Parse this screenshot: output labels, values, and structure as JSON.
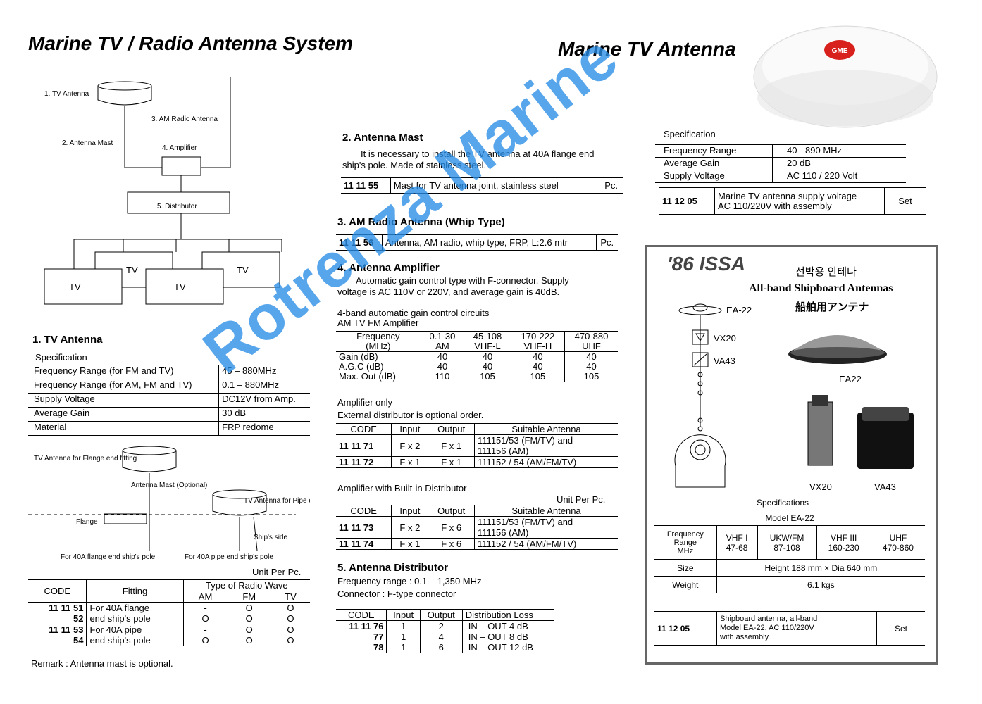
{
  "titles": {
    "main": "Marine TV / Radio Antenna System",
    "right": "Marine TV Antenna"
  },
  "diagram": {
    "tv_antenna": "1. TV Antenna",
    "am_radio": "3. AM Radio Antenna",
    "mast": "2. Antenna Mast",
    "amplifier": "4. Amplifier",
    "distributor": "5. Distributor",
    "tv": "TV"
  },
  "sec1": {
    "heading": "1. TV Antenna",
    "spec_label": "Specification",
    "rows": [
      {
        "k": "Frequency Range (for FM and TV)",
        "v": "45 – 880MHz"
      },
      {
        "k": "Frequency Range (for AM, FM and TV)",
        "v": "0.1 – 880MHz"
      },
      {
        "k": "Supply Voltage",
        "v": "DC12V from Amp."
      },
      {
        "k": "Average Gain",
        "v": "30 dB"
      },
      {
        "k": "Material",
        "v": "FRP redome"
      }
    ],
    "fig": {
      "flange_label": "TV Antenna for Flange end fitting",
      "mast_label": "Antenna Mast (Optional)",
      "pipe_label": "TV Antenna for Pipe end fitting",
      "flange": "Flange",
      "ship_side": "Ship's side",
      "cap1": "For 40A flange end ship's pole",
      "cap2": "For 40A pipe end ship's pole"
    },
    "unit": "Unit Per Pc.",
    "table": {
      "h_code": "CODE",
      "h_fitting": "Fitting",
      "h_type": "Type of Radio Wave",
      "h_am": "AM",
      "h_fm": "FM",
      "h_tv": "TV",
      "rows": [
        {
          "code": "11 11 51",
          "code2": "52",
          "f1": "For 40A flange",
          "f2": "end ship's pole",
          "am": "-",
          "am2": "O",
          "fm": "O",
          "fm2": "O",
          "tv": "O",
          "tv2": "O"
        },
        {
          "code": "11 11 53",
          "code2": "54",
          "f1": "For 40A pipe",
          "f2": "end ship's pole",
          "am": "-",
          "am2": "O",
          "fm": "O",
          "fm2": "O",
          "tv": "O",
          "tv2": "O"
        }
      ]
    },
    "remark": "Remark : Antenna mast is optional."
  },
  "sec2": {
    "heading": "2. Antenna Mast",
    "body1": "It is necessary to install the TV antenna at 40A flange end",
    "body2": "ship's pole.   Made of stainless steel.",
    "code": "11 11 55",
    "desc": "Mast for TV antenna joint, stainless steel",
    "unit": "Pc."
  },
  "sec3": {
    "heading": "3. AM Radio Antenna (Whip Type)",
    "code": "11 11 56",
    "desc": "Antenna, AM radio, whip type, FRP, L:2.6 mtr",
    "unit": "Pc."
  },
  "sec4": {
    "heading": "4. Antenna Amplifier",
    "body1": "Automatic gain control type with F-connector.   Supply",
    "body2": "voltage is AC 110V or 220V, and average gain is 40dB.",
    "sub1": "4-band automatic gain control circuits",
    "sub2": "AM TV FM Amplifier",
    "freq_table": {
      "h1": "Frequency",
      "h1b": "(MHz)",
      "cols": [
        {
          "a": "0.1-30",
          "b": "AM",
          "gain": "40",
          "agc": "40",
          "max": "110"
        },
        {
          "a": "45-108",
          "b": "VHF-L",
          "gain": "40",
          "agc": "40",
          "max": "105"
        },
        {
          "a": "170-222",
          "b": "VHF-H",
          "gain": "40",
          "agc": "40",
          "max": "105"
        },
        {
          "a": "470-880",
          "b": "UHF",
          "gain": "40",
          "agc": "40",
          "max": "105"
        }
      ],
      "r1": "Gain (dB)",
      "r2": "A.G.C (dB)",
      "r3": "Max. Out (dB)"
    },
    "amp_only": "Amplifier only",
    "ext_dist": "External distributor is optional order.",
    "t1": {
      "h": [
        "CODE",
        "Input",
        "Output",
        "Suitable Antenna"
      ],
      "rows": [
        {
          "code": "11 11 71",
          "in": "F x 2",
          "out": "F x 1",
          "ant": "111151/53 (FM/TV) and",
          "ant2": "111156 (AM)"
        },
        {
          "code": "11 11 72",
          "in": "F x 1",
          "out": "F x 1",
          "ant": "111152 / 54 (AM/FM/TV)",
          "ant2": ""
        }
      ]
    },
    "with_dist": "Amplifier with Built-in Distributor",
    "unit": "Unit Per Pc.",
    "t2": {
      "h": [
        "CODE",
        "Input",
        "Output",
        "Suitable Antenna"
      ],
      "rows": [
        {
          "code": "11 11 73",
          "in": "F x 2",
          "out": "F x 6",
          "ant": "111151/53 (FM/TV) and",
          "ant2": "111156 (AM)"
        },
        {
          "code": "11 11 74",
          "in": "F x 1",
          "out": "F x 6",
          "ant": "111152 / 54 (AM/FM/TV)",
          "ant2": ""
        }
      ]
    }
  },
  "sec5": {
    "heading": "5. Antenna Distributor",
    "freq": "Frequency range : 0.1 – 1,350 MHz",
    "conn": "Connector : F-type connector",
    "h": [
      "CODE",
      "Input",
      "Output",
      "Distribution Loss"
    ],
    "codes": [
      "11 11 76",
      "77",
      "78"
    ],
    "inputs": [
      "1",
      "1",
      "1"
    ],
    "outputs": [
      "2",
      "4",
      "6"
    ],
    "loss": [
      "IN – OUT   4 dB",
      "IN – OUT   8 dB",
      "IN – OUT 12 dB"
    ]
  },
  "spec_right": {
    "label": "Specification",
    "rows": [
      {
        "k": "Frequency Range",
        "v": "40 - 890 MHz"
      },
      {
        "k": "Average Gain",
        "v": "20 dB"
      },
      {
        "k": "Supply Voltage",
        "v": "AC 110 / 220 Volt"
      }
    ],
    "code": "11 12 05",
    "desc1": "Marine TV antenna supply voltage",
    "desc2": "AC 110/220V with assembly",
    "unit": "Set",
    "logo": "GME"
  },
  "issa": {
    "year": "'86 ISSA",
    "korean": "선박용 안테나",
    "english": "All-band Shipboard Antennas",
    "japanese": "船舶用アンテナ",
    "ea22": "EA-22",
    "vx20": "VX20",
    "va43": "VA43",
    "ea22b": "EA22",
    "vx20b": "VX20",
    "va43b": "VA43",
    "specs": "Specifications",
    "model": "Model EA-22",
    "fr1": "Frequency",
    "fr2": "Range",
    "fr3": "MHz",
    "bands": [
      {
        "a": "VHF I",
        "b": "47-68"
      },
      {
        "a": "UKW/FM",
        "b": "87-108"
      },
      {
        "a": "VHF III",
        "b": "160-230"
      },
      {
        "a": "UHF",
        "b": "470-860"
      }
    ],
    "size_k": "Size",
    "size_v": "Height 188 mm  ×  Dia 640 mm",
    "weight_k": "Weight",
    "weight_v": "6.1 kgs",
    "code": "11 12 05",
    "d1": "Shipboard antenna, all-band",
    "d2": "Model EA-22, AC 110/220V",
    "d3": "with assembly",
    "unit": "Set"
  },
  "watermark": "Rotrenza Marine"
}
